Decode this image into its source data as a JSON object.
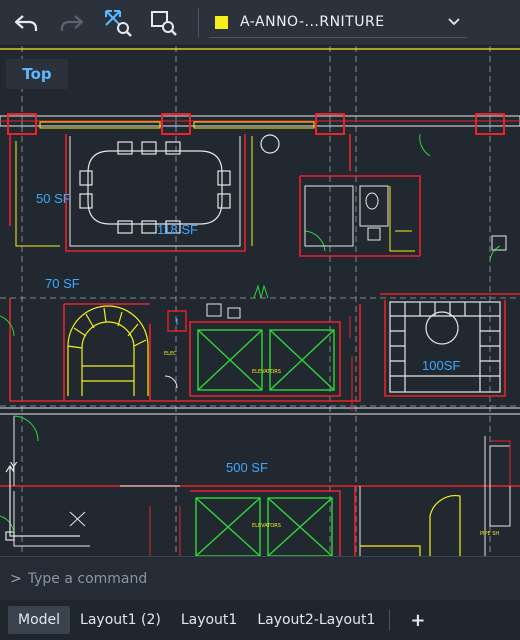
{
  "toolbar": {
    "layer": {
      "name": "A-ANNO-...RNITURE",
      "swatch_color": "#f5ef1b"
    },
    "icons": [
      "undo-icon",
      "redo-icon",
      "zoom-extents-icon",
      "zoom-window-icon",
      "chevron-down-icon"
    ]
  },
  "canvas": {
    "view_label": "Top",
    "room_labels": {
      "r1": "50 SF",
      "r2": "118 SF",
      "r3": "70 SF",
      "r4": "100SF",
      "r5": "500 SF"
    },
    "small_labels": {
      "elevators_a": "ELEVATORS",
      "elevators_b": "ELEVATORS",
      "elec": "ELEC",
      "pipe": "PIPE SH"
    },
    "colors": {
      "wall": "#e8242a",
      "furniture": "#f5ef1b",
      "lines": "#e6e6e6",
      "room_text": "#3fa8ff",
      "elevator": "#2fd63a"
    }
  },
  "command_line": {
    "prompt": ">",
    "placeholder": "Type a command"
  },
  "tabs": [
    {
      "label": "Model",
      "active": true
    },
    {
      "label": "Layout1 (2)",
      "active": false
    },
    {
      "label": "Layout1",
      "active": false
    },
    {
      "label": "Layout2-Layout1",
      "active": false
    }
  ],
  "tab_add_label": "+"
}
